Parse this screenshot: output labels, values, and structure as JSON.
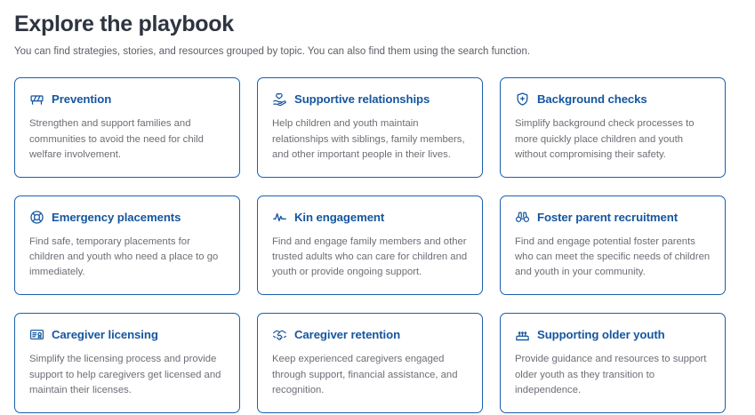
{
  "header": {
    "title": "Explore the playbook",
    "subtitle": "You can find strategies, stories, and resources grouped by topic. You can also find them using the search function."
  },
  "colors": {
    "accent_blue": "#15569f",
    "card_border": "#1a5fad",
    "title_dark": "#2e3440",
    "body_text": "#6b6e75",
    "background": "#ffffff"
  },
  "cards": [
    {
      "icon": "road-barricade-icon",
      "title": "Prevention",
      "description": "Strengthen and support families and communities to avoid the need for child welfare involvement."
    },
    {
      "icon": "helping-hands-icon",
      "title": "Supportive relationships",
      "description": "Help children and youth maintain relationships with siblings, family members, and other important people in their lives."
    },
    {
      "icon": "shield-plus-icon",
      "title": "Background checks",
      "description": "Simplify background check processes to more quickly place children and youth without compromising their safety."
    },
    {
      "icon": "life-ring-icon",
      "title": "Emergency placements",
      "description": "Find safe, temporary placements for children and youth who need a place to go immediately."
    },
    {
      "icon": "heartbeat-pulse-icon",
      "title": "Kin engagement",
      "description": "Find and engage family members and other trusted adults who can care for children and youth or provide ongoing support."
    },
    {
      "icon": "binoculars-icon",
      "title": "Foster parent recruitment",
      "description": "Find and engage potential foster parents who can meet the specific needs of children and youth in your community."
    },
    {
      "icon": "certificate-license-icon",
      "title": "Caregiver licensing",
      "description": "Simplify the licensing process and provide support to help caregivers get licensed and maintain their licenses."
    },
    {
      "icon": "handshake-icon",
      "title": "Caregiver retention",
      "description": "Keep experienced caregivers engaged through support, financial assistance, and recognition."
    },
    {
      "icon": "birthday-cake-icon",
      "title": "Supporting older youth",
      "description": "Provide guidance and resources to support older youth as they transition to independence."
    }
  ]
}
